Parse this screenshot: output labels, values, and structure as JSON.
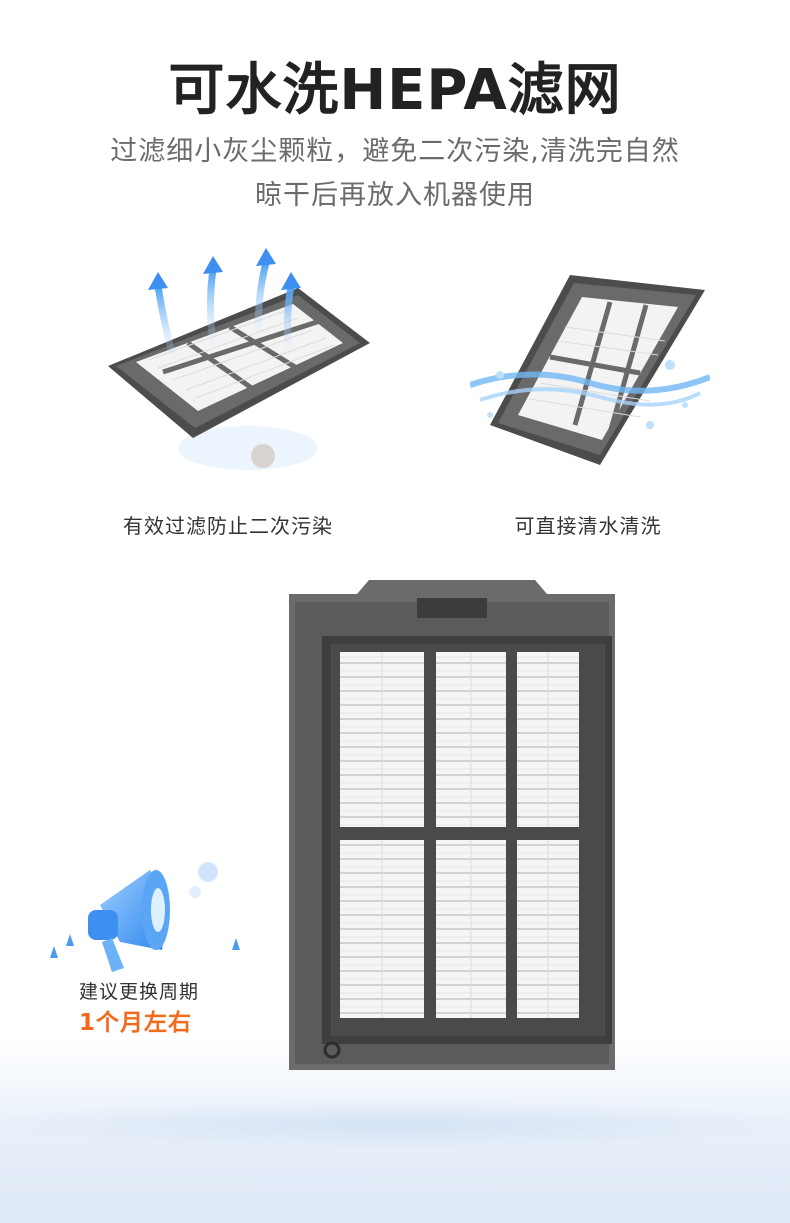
{
  "header": {
    "title": "可水洗HEPA滤网",
    "subtitle_lines": [
      "过滤细小灰尘颗粒，避免二次污染,清洗完自然",
      "晾干后再放入机器使用"
    ]
  },
  "features": [
    {
      "caption": "有效过滤防止二次污染",
      "icon": "airflow-arrows-icon"
    },
    {
      "caption": "可直接清水清洗",
      "icon": "water-splash-icon"
    }
  ],
  "promo": {
    "icon": "megaphone-icon",
    "label": "建议更换周期",
    "value": "1个月左右",
    "value_color": "#f26a1b"
  },
  "colors": {
    "frame": "#5a5a5a",
    "filter": "#f4f4f4",
    "accent_blue": "#3d8ff0"
  }
}
